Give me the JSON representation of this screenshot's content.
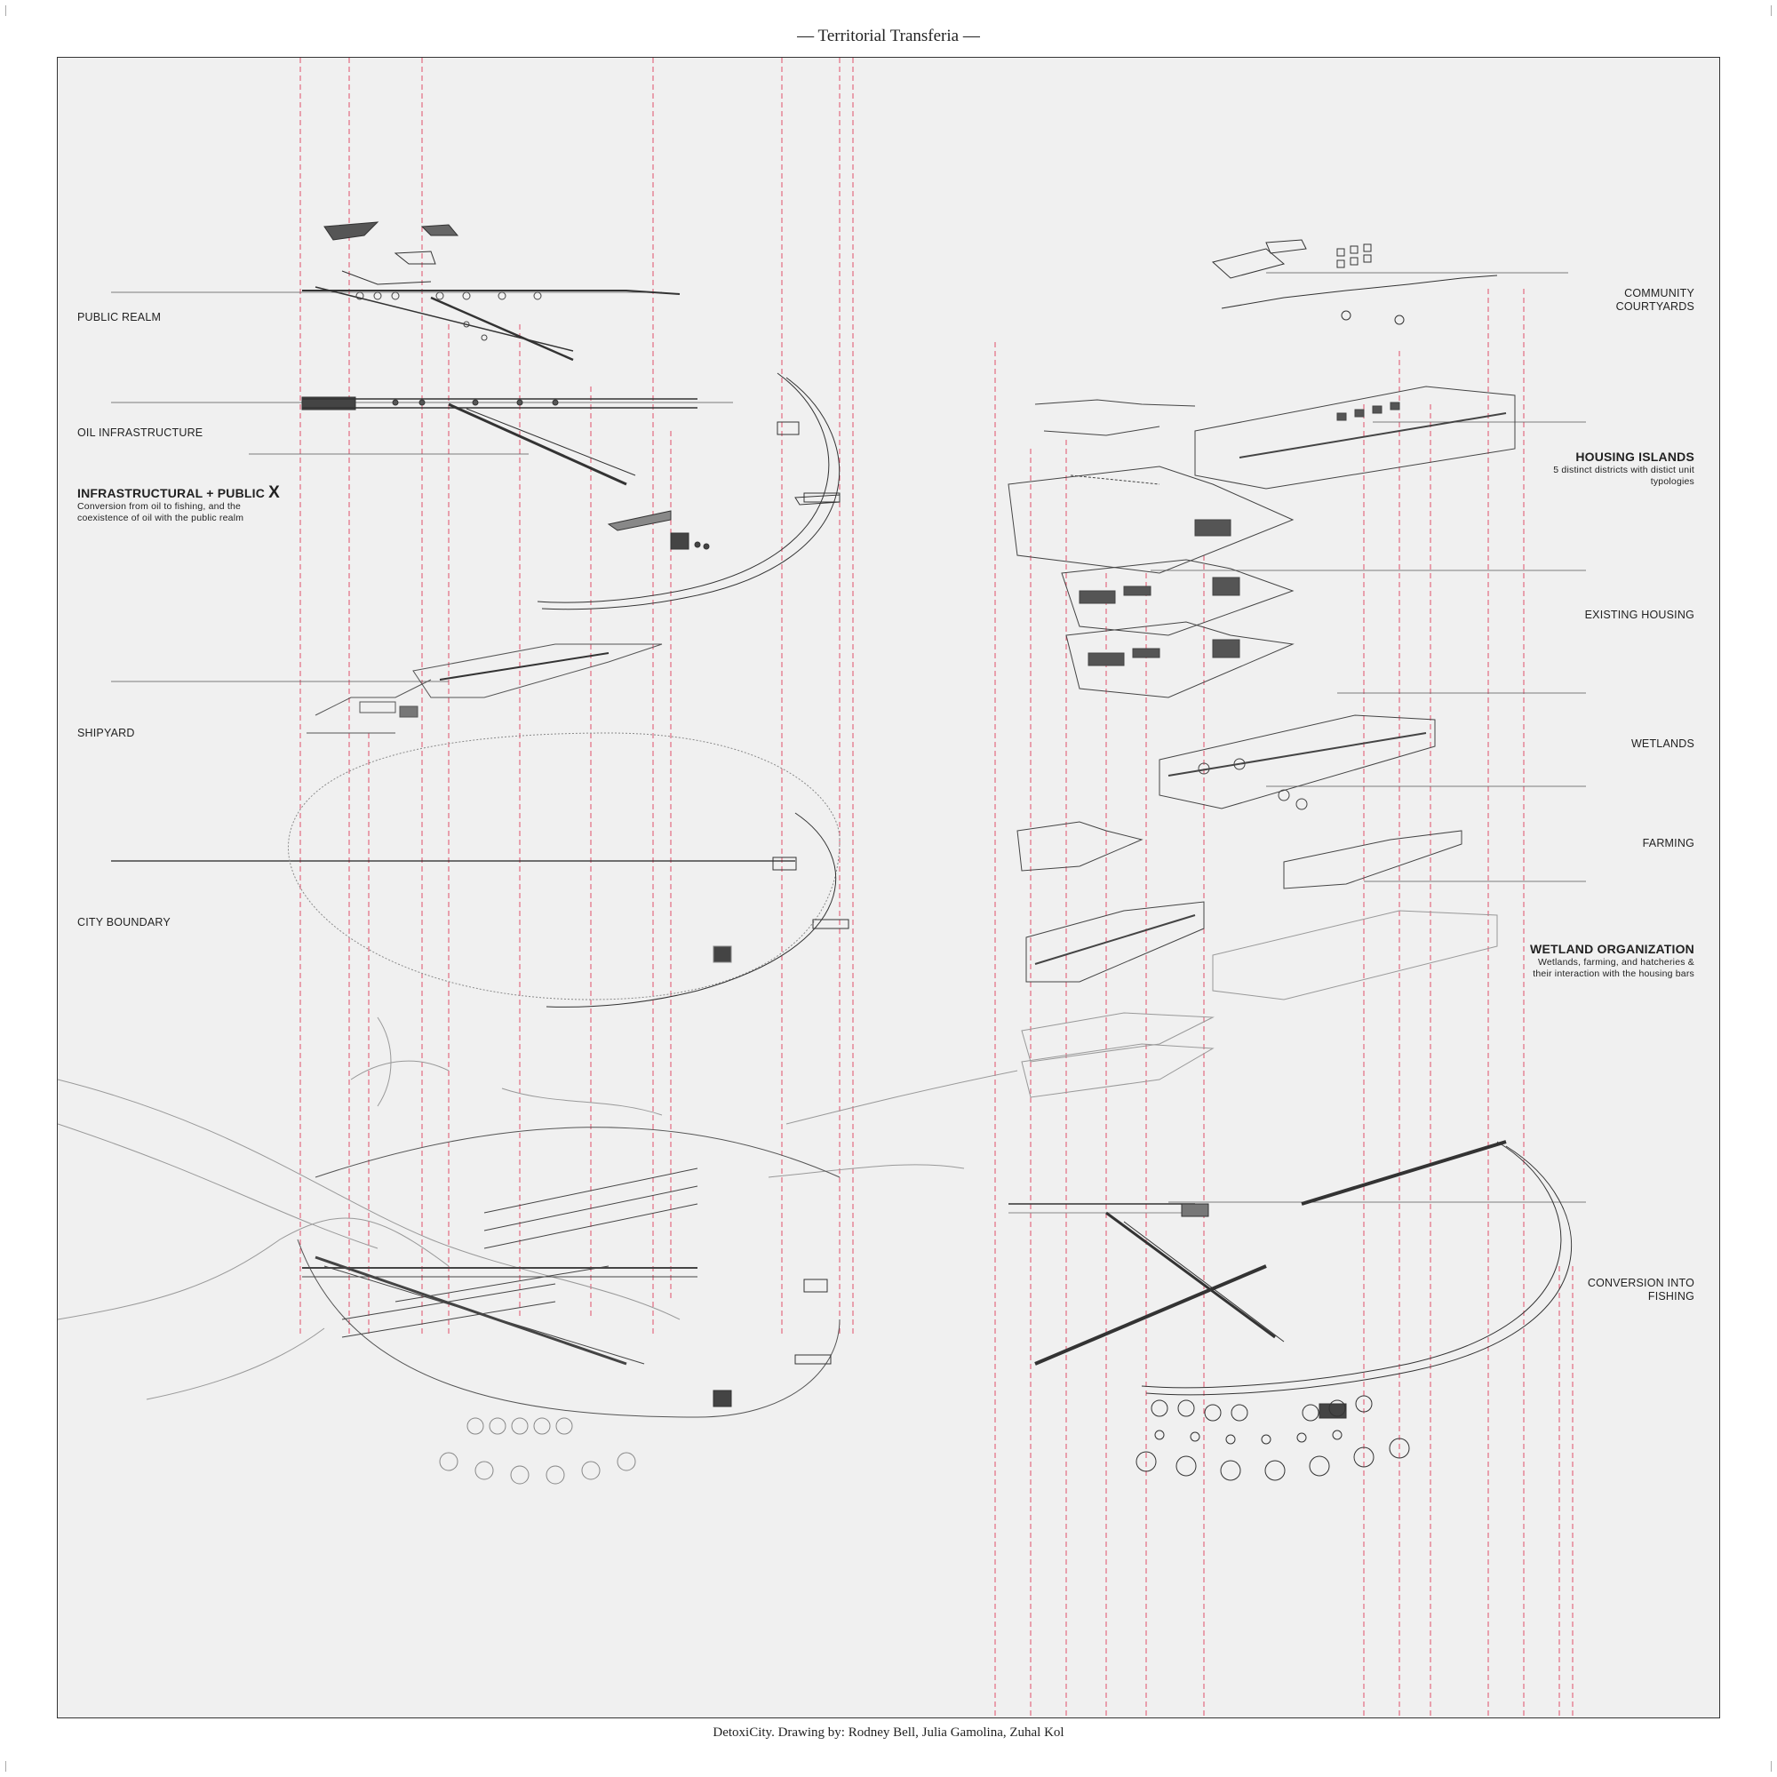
{
  "title": "— Territorial Transferia —",
  "footer": "DetoxiCity. Drawing by: Rodney Bell, Julia Gamolina, Zuhal Kol",
  "left_labels": {
    "public_realm": "PUBLIC REALM",
    "oil_infrastructure": "OIL INFRASTRUCTURE",
    "infra_public_heading": "INFRASTRUCTURAL + PUBLIC",
    "infra_public_symbol": "X",
    "infra_public_desc_1": "Conversion from oil to fishing, and the",
    "infra_public_desc_2": "coexistence of oil with the public realm",
    "shipyard": "SHIPYARD",
    "city_boundary": "CITY BOUNDARY"
  },
  "right_labels": {
    "community_1": "COMMUNITY",
    "community_2": "COURTYARDS",
    "housing_heading": "HOUSING ISLANDS",
    "housing_desc_1": "5 distinct districts with distict unit",
    "housing_desc_2": "typologies",
    "existing_housing": "EXISTING HOUSING",
    "wetlands": "WETLANDS",
    "farming": "FARMING",
    "wetland_org_heading": "WETLAND ORGANIZATION",
    "wetland_org_desc_1": "Wetlands, farming, and hatcheries &",
    "wetland_org_desc_2": "their interaction with the housing bars",
    "conversion_1": "CONVERSION INTO",
    "conversion_2": "FISHING"
  },
  "colors": {
    "background": "#f0f0f0",
    "line": "#333333",
    "faint_line": "#9a9a9a",
    "red_dashed": "#e0506a"
  }
}
